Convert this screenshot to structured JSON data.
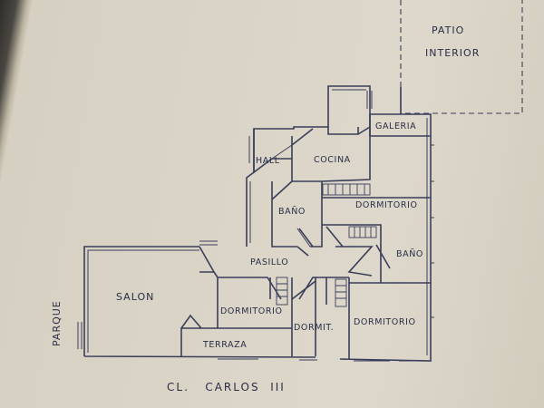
{
  "rooms": {
    "patio": "PATIO",
    "interior": "INTERIOR",
    "galeria": "GALERIA",
    "hall": "HALL",
    "cocina": "COCINA",
    "bano_top": "BAÑO",
    "dormitorio_right": "DORMITORIO",
    "bano_right": "BAÑO",
    "pasillo": "PASILLO",
    "salon": "SALON",
    "dormitorio_center": "DORMITORIO",
    "dormit": "DORMIT.",
    "dormitorio_bottom_right": "DORMITORIO",
    "terraza": "TERRAZA"
  },
  "surroundings": {
    "parque": "PARQUE",
    "street": "CL.   CARLOS  III"
  },
  "colors": {
    "ink": "#3a3e5a",
    "paper": "#ddd8cb"
  }
}
